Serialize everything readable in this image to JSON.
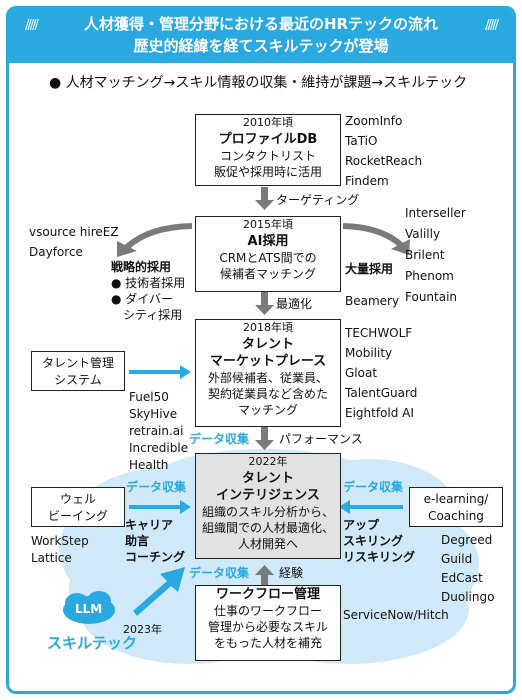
{
  "header": {
    "hatch": "/////",
    "line1": "人材獲得・管理分野における最近のHRテックの流れ",
    "line2": "歴史的経緯を経てスキルテックが登場"
  },
  "subtitle": "● 人材マッチング→スキル情報の収集・維持が課題→スキルテック",
  "box2010": {
    "year": "2010年頃",
    "title": "プロファイルDB",
    "desc1": "コンタクトリスト",
    "desc2": "販促や採用時に活用"
  },
  "vendors2010": [
    "ZoomInfo",
    "TaTiO",
    "RocketReach",
    "Findem"
  ],
  "flow1": "ターゲティング",
  "box2015": {
    "year": "2015年頃",
    "title": "AI採用",
    "desc1": "CRMとATS間での",
    "desc2": "候補者マッチング"
  },
  "left2015": {
    "vendors1": "vsource   hireEZ",
    "vendors2": "Dayforce",
    "heading": "戦略的採用",
    "item1": "● 技術者採用",
    "item2": "● ダイバー",
    "item3": "　シティ採用"
  },
  "right2015": {
    "heading": "大量採用",
    "vendors": [
      "Interseller",
      "Valilly",
      "Brilent",
      "Phenom",
      "Fountain"
    ]
  },
  "beamery": "Beamery",
  "flow2": "最適化",
  "box2018": {
    "year": "2018年頃",
    "title1": "タレント",
    "title2": "マーケットプレース",
    "desc1": "外部候補者、従業員、",
    "desc2": "契約従業員など含めた",
    "desc3": "マッチング"
  },
  "vendors2018": [
    "TECHWOLF",
    "Mobility",
    "Gloat",
    "TalentGuard",
    "Eightfold AI"
  ],
  "talent_mgmt": {
    "line1": "タレント管理",
    "line2": "システム"
  },
  "vendors_tm": [
    "Fuel50",
    "SkyHive",
    "retrain.ai",
    "Incredible",
    "Health"
  ],
  "flow3_blue": "データ収集",
  "flow3": "パフォーマンス",
  "box2022": {
    "year": "2022年",
    "title1": "タレント",
    "title2": "インテリジェンス",
    "desc1": "組織のスキル分析から、",
    "desc2": "組織間での人材最適化、",
    "desc3": "人材開発へ"
  },
  "wellbeing": {
    "line1": "ウェル",
    "line2": "ビーイング",
    "data": "データ収集",
    "c1": "キャリア",
    "c2": "助言",
    "c3": "コーチング",
    "vendors1": "WorkStep",
    "vendors2": "Lattice"
  },
  "elearning": {
    "line1": "e-learning/",
    "line2": "Coaching",
    "data": "データ収集",
    "u1": "アップ",
    "u2": "スキリング",
    "u3": "リスキリング",
    "vendors": [
      "Degreed",
      "Guild",
      "EdCast",
      "Duolingo"
    ]
  },
  "flow4_blue": "データ収集",
  "flow4": "経験",
  "workflow": {
    "title": "ワークフロー管理",
    "desc1": "仕事のワークフロー",
    "desc2": "管理から必要なスキル",
    "desc3": "をもった人材を補充"
  },
  "servicenow": "ServiceNow/Hitch",
  "llm": "LLM",
  "year2023": "2023年",
  "skilltech": "スキルテック",
  "colors": {
    "accent": "#29a9e0",
    "cloud": "#cfe9f8",
    "box_grey": "#e2e2e2",
    "arrow_grey": "#7a7a7a"
  }
}
